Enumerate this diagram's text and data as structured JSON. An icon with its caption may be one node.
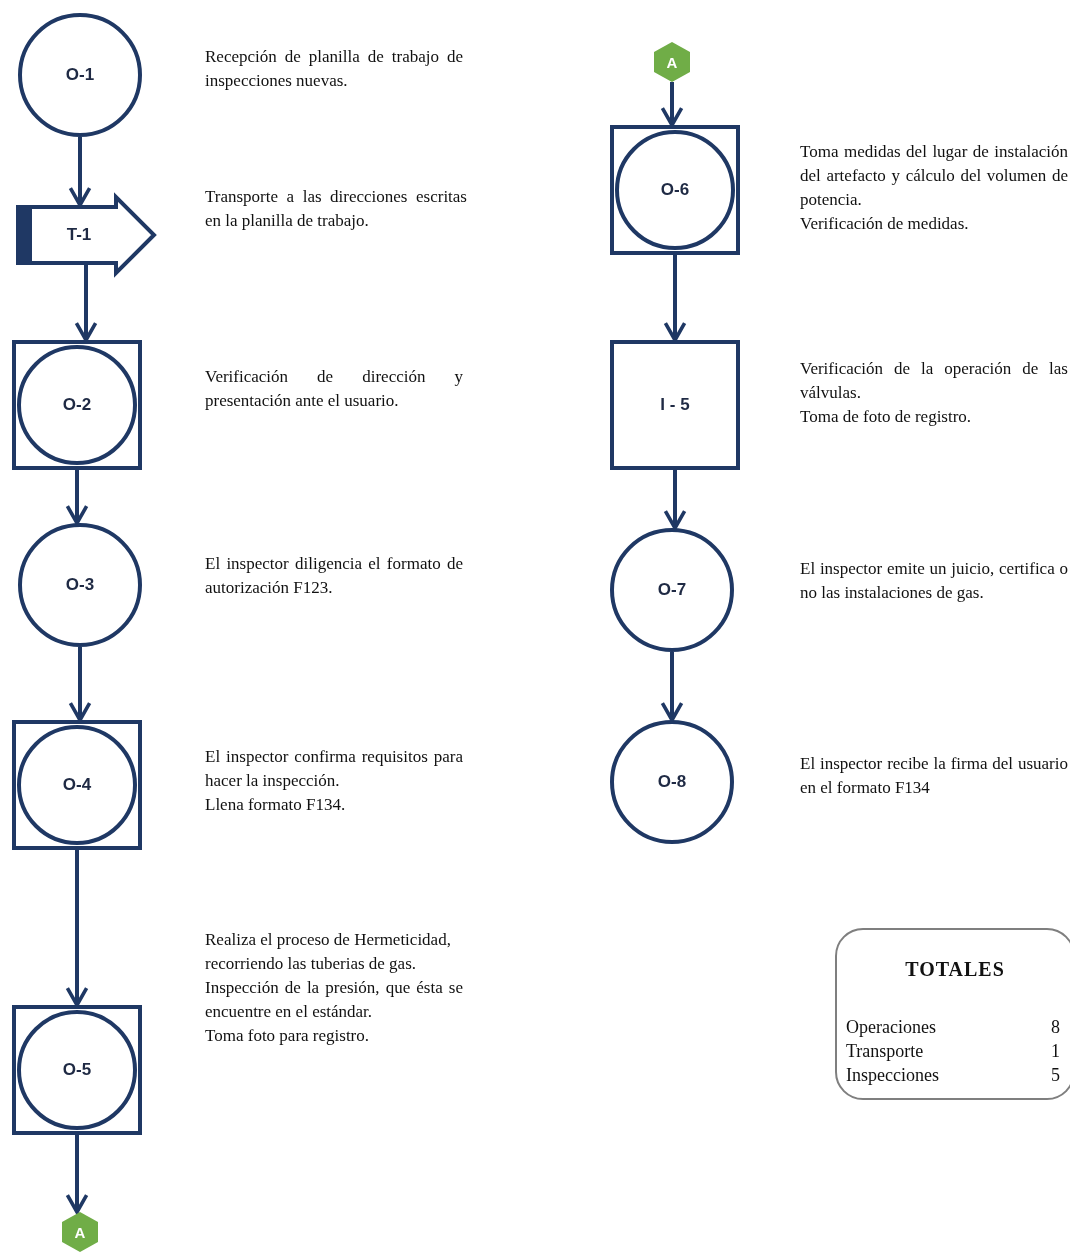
{
  "diagram": {
    "nodes": [
      {
        "text": [
          "O-1"
        ],
        "beside": [
          "Recepción de planilla de trabajo de inspecciones nuevas."
        ]
      },
      {
        "text": [
          "T-1"
        ],
        "beside": [
          "Transporte a las direcciones escritas en la planilla de trabajo."
        ]
      },
      {
        "text": [
          "O-2"
        ],
        "beside": [
          "Verificación de dirección y presentación ante el usuario."
        ]
      },
      {
        "text": [
          "O-3"
        ],
        "beside": [
          "El inspector diligencia el formato de autorización F123."
        ]
      },
      {
        "text": [
          "O-4"
        ],
        "beside": [
          "El inspector confirma requisitos para hacer la inspección.",
          "Llena formato F134."
        ]
      },
      {
        "text": [
          "O-5"
        ],
        "beside": [
          "Realiza el proceso de Hermeticidad,",
          "recorriendo las tuberias de gas.",
          "Inspección de la presión, que ésta se encuentre en el estándar.",
          "Toma foto para registro."
        ]
      },
      {
        "text": [
          "A"
        ]
      },
      {
        "text": [
          "A"
        ]
      },
      {
        "text": [
          "O-6"
        ],
        "beside": [
          "Toma medidas del lugar de instalación del artefacto y cálculo del volumen de potencia.",
          "Verificación de medidas."
        ]
      },
      {
        "text": [
          "I - 5"
        ],
        "beside": [
          "Verificación de la operación de las válvulas.",
          "Toma de foto de registro."
        ]
      },
      {
        "text": [
          "O-7"
        ],
        "beside": [
          "El inspector emite un juicio, certifica o no las instalaciones de gas."
        ]
      },
      {
        "text": [
          "O-8"
        ],
        "beside": [
          "El inspector recibe la firma del usuario en el formato F134"
        ]
      },
      {
        "text": [
          "TOTALES"
        ]
      }
    ],
    "edges": [
      {
        "from": 0,
        "to": 1,
        "arrow": "to"
      },
      {
        "from": 1,
        "to": 2,
        "arrow": "to"
      },
      {
        "from": 2,
        "to": 3,
        "arrow": "to"
      },
      {
        "from": 3,
        "to": 4,
        "arrow": "to"
      },
      {
        "from": 4,
        "to": 5,
        "arrow": "to"
      },
      {
        "from": 5,
        "to": 6,
        "arrow": "to"
      },
      {
        "from": 7,
        "to": 8,
        "arrow": "to"
      },
      {
        "from": 8,
        "to": 9,
        "arrow": "to"
      },
      {
        "from": 9,
        "to": 10,
        "arrow": "to"
      },
      {
        "from": 10,
        "to": 11,
        "arrow": "to"
      }
    ],
    "labels": [
      "Operaciones",
      "8",
      "Transporte",
      "1",
      "Inspecciones",
      "5"
    ]
  }
}
